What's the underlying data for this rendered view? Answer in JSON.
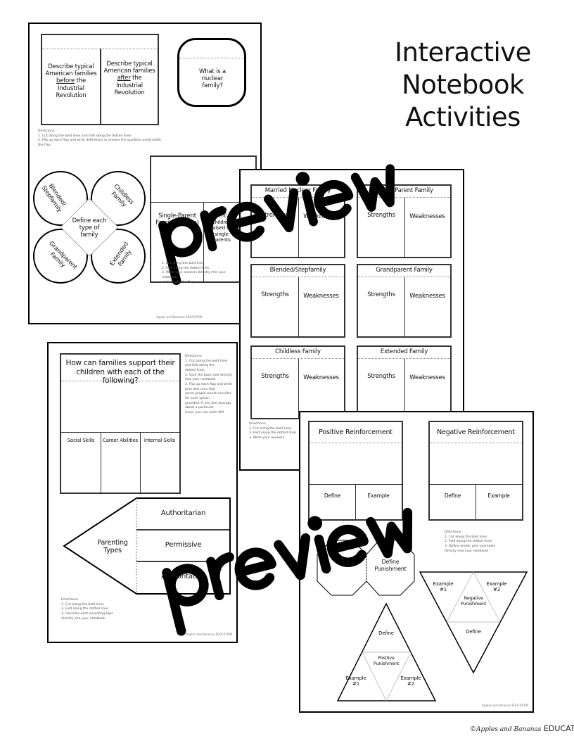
{
  "title": [
    "Interactive",
    "Notebook",
    "Activities"
  ],
  "watermark": "preview",
  "logo": {
    "script": "©Apples and Bananas",
    "caps": "EDUCATION"
  },
  "page1": {
    "flap_left": [
      "Describe typical",
      "American families",
      "before",
      "the",
      "Industrial",
      "Revolution"
    ],
    "flap_right": [
      "Describe typical",
      "American families",
      "after",
      "the",
      "Industrial",
      "Revolution"
    ],
    "nuclear": "What is a nuclear family?",
    "directions1": [
      "Directions:",
      "1.     Cut along the bold lines and fold along the dotted lines.",
      "2.     Flip up each flap and write definitions or answer the question underneath",
      "        the flap"
    ],
    "flower": {
      "center": "Define each type of family",
      "petals": [
        "Blended/ Stepfamily",
        "Childless Family",
        "Grandparent Family",
        "Extended Family"
      ]
    },
    "single_parent": "Single-Parent Family (Define)",
    "percent": "% of American children raised by single parents",
    "directions2": [
      "1.     Cut along the bold lines",
      "2.     Fold along the dotted lines",
      "3.     Write your answers directly into your notebook",
      "        underneath the flap"
    ],
    "footer": "Apples and Bananas EDUCATION"
  },
  "page2": {
    "boxes": [
      {
        "title": "Married Nuclear Family",
        "left": "Strengths",
        "right": "Weaknesses"
      },
      {
        "title": "Single-Parent Family",
        "left": "Strengths",
        "right": "Weaknesses"
      },
      {
        "title": "Blended/Stepfamily",
        "left": "Strengths",
        "right": "Weaknesses"
      },
      {
        "title": "Grandparent Family",
        "left": "Strengths",
        "right": "Weaknesses"
      },
      {
        "title": "Childless Family",
        "left": "Strengths",
        "right": "Weaknesses"
      },
      {
        "title": "Extended Family",
        "left": "Strengths",
        "right": "Weaknesses"
      }
    ],
    "directions": [
      "Directions:",
      "1.     Cut along the bold lines",
      "2.     Fold along the dotted lines",
      "3.     Write your answers"
    ]
  },
  "page3": {
    "question": "How can families support their children with each of the following?",
    "cells": [
      "Social Skills",
      "Career Abilities",
      "Internal Skills"
    ],
    "directions1": [
      "Directions:",
      "1.     Cut along the bold lines and fold along the",
      "        dotted lines.",
      "2.     Glue the back side directly into your notebook",
      "3.     Flip up each flap and write pros and cons that",
      "        some people would consider for each option",
      "        provided. If you feel strongly about a particular",
      "        issue, you can write N/A"
    ],
    "arrow_label": "Parenting Types",
    "types": [
      "Authoritarian",
      "Permissive",
      "Authoritative"
    ],
    "directions2": [
      "Directions:",
      "1.     Cut along the bold lines",
      "2.     Fold along the dotted lines",
      "3.     Describe each parenting type",
      "        directly into your notebook"
    ],
    "footer": "Apples and Bananas EDUCATION"
  },
  "page4": {
    "boxes": [
      {
        "title": "Positive Reinforcement",
        "left": "Define",
        "right": "Example"
      },
      {
        "title": "Negative Reinforcement",
        "left": "Define",
        "right": "Example"
      }
    ],
    "directions": [
      "Directions:",
      "1.     Cut along the bold lines",
      "2.     Fold along the dotted lines",
      "3.     Define and/or give examples",
      "        directly into your notebook"
    ],
    "octagon": "Define Punishment",
    "negative_triangle": {
      "center": "Negative Punishment",
      "ex1": "Example #1",
      "ex2": "Example #2",
      "define": "Define"
    },
    "positive_triangle": {
      "center": "Positive Punishment",
      "ex1": "Example #1",
      "ex2": "Example #2",
      "define": "Define"
    },
    "footer": "Apples and Bananas EDUCATION"
  }
}
